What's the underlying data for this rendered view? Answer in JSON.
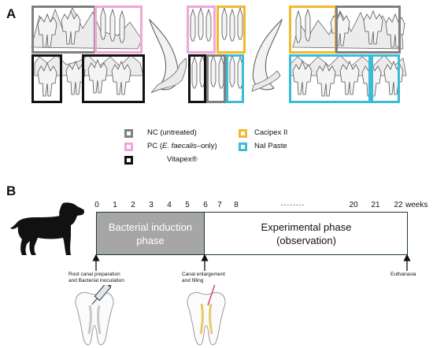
{
  "panel_a": {
    "label": "A",
    "legend": {
      "items": [
        {
          "key": "nc",
          "text": "NC (untreated)",
          "color": "#808080"
        },
        {
          "key": "pc",
          "text_prefix": "PC (",
          "text_italic": "E. faecalis",
          "text_suffix": "–only)",
          "color": "#f0a6d6"
        },
        {
          "key": "vitapex",
          "text": "Vitapex®",
          "color": "#111111"
        },
        {
          "key": "cacipex",
          "text": "Cacipex II",
          "color": "#f2b92e"
        },
        {
          "key": "nai",
          "text": "NaI Paste",
          "color": "#3bbbd6"
        }
      ]
    }
  },
  "panel_b": {
    "label": "B",
    "timeline": {
      "week_ticks": [
        "0",
        "1",
        "2",
        "3",
        "4",
        "5",
        "6",
        "7",
        "8",
        "........",
        "20",
        "21",
        "22"
      ],
      "unit": "weeks",
      "phase1": {
        "line1": "Bacterial induction",
        "line2": "phase",
        "fill": "#a6a6a6"
      },
      "phase2": {
        "line1": "Experimental phase",
        "line2": "(observation)"
      }
    },
    "events": {
      "start": {
        "line1": "Root canal preparation",
        "line2": "and Bacterial inoculation"
      },
      "middle": {
        "line1": "Canal enlargement",
        "line2": "and filling"
      },
      "end": {
        "line1": "Euthanasia"
      }
    }
  }
}
